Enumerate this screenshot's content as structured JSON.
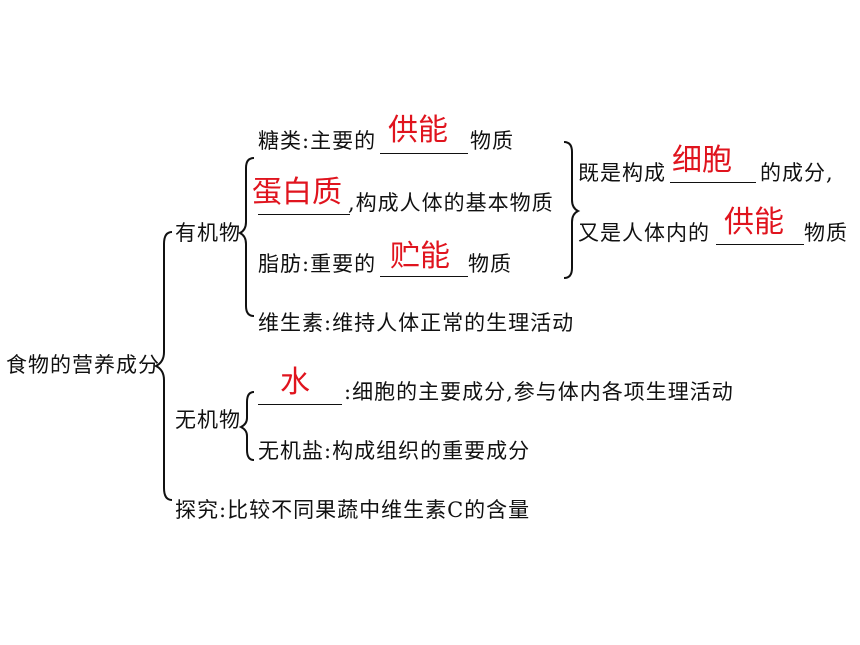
{
  "root": {
    "label": "食物的营养成分"
  },
  "organic": {
    "label": "有机物",
    "sugar": {
      "prefix": "糖类:主要的",
      "answer": "供能",
      "suffix": "物质"
    },
    "protein": {
      "answer": "蛋白质",
      "suffix": ",构成人体的基本物质"
    },
    "fat": {
      "prefix": "脂肪:重要的",
      "answer": "贮能",
      "suffix": "物质"
    },
    "vitamin": {
      "text": "维生素:维持人体正常的生理活动"
    },
    "note": {
      "line1_prefix": "既是构成",
      "line1_answer": "细胞",
      "line1_suffix": "的成分,",
      "line2_prefix": "又是人体内的",
      "line2_answer": "供能",
      "line2_suffix": "物质"
    }
  },
  "inorganic": {
    "label": "无机物",
    "water": {
      "answer": "水",
      "suffix": ":细胞的主要成分,参与体内各项生理活动"
    },
    "salt": {
      "text": "无机盐:构成组织的重要成分"
    }
  },
  "explore": {
    "text": "探究:比较不同果蔬中维生素C的含量"
  },
  "colors": {
    "answer": "#e0141e",
    "text": "#111111"
  }
}
